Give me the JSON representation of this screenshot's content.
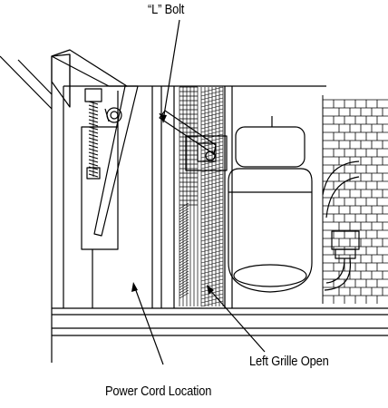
{
  "labels": {
    "l_bolt": "“L” Bolt",
    "left_grille_open": "Left Grille Open",
    "power_cord_location": "Power Cord Location"
  },
  "colors": {
    "line": "#000000",
    "background": "#ffffff"
  }
}
